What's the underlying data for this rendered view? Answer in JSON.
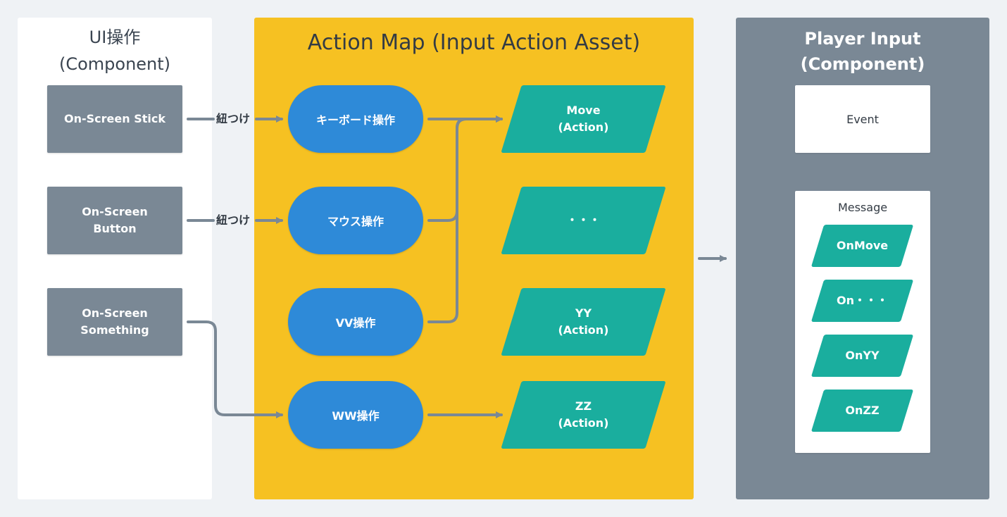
{
  "ui_panel": {
    "title_line1": "UI操作",
    "title_line2": "(Component)",
    "boxes": [
      {
        "label": "On-Screen Stick"
      },
      {
        "label": "On-Screen Button"
      },
      {
        "label": "On-Screen Something"
      }
    ]
  },
  "link_labels": [
    "紐つけ",
    "紐つけ"
  ],
  "action_map": {
    "title": "Action Map (Input Action Asset)",
    "pills": [
      {
        "label": "キーボード操作"
      },
      {
        "label": "マウス操作"
      },
      {
        "label": "VV操作"
      },
      {
        "label": "WW操作"
      }
    ],
    "actions": [
      {
        "line1": "Move",
        "line2": "(Action)"
      },
      {
        "line1": "・・・",
        "line2": ""
      },
      {
        "line1": "YY",
        "line2": "(Action)"
      },
      {
        "line1": "ZZ",
        "line2": "(Action)"
      }
    ]
  },
  "player_input": {
    "title_line1": "Player Input",
    "title_line2": "(Component)",
    "event_label": "Event",
    "message_label": "Message",
    "messages": [
      {
        "label": "OnMove"
      },
      {
        "label": "On・・・"
      },
      {
        "label": "OnYY"
      },
      {
        "label": "OnZZ"
      }
    ]
  },
  "colors": {
    "background": "#eff2f5",
    "gray": "#7a8895",
    "yellow": "#f6c122",
    "blue": "#2e8ad8",
    "teal": "#1aae9e",
    "connector": "#7a8895"
  }
}
